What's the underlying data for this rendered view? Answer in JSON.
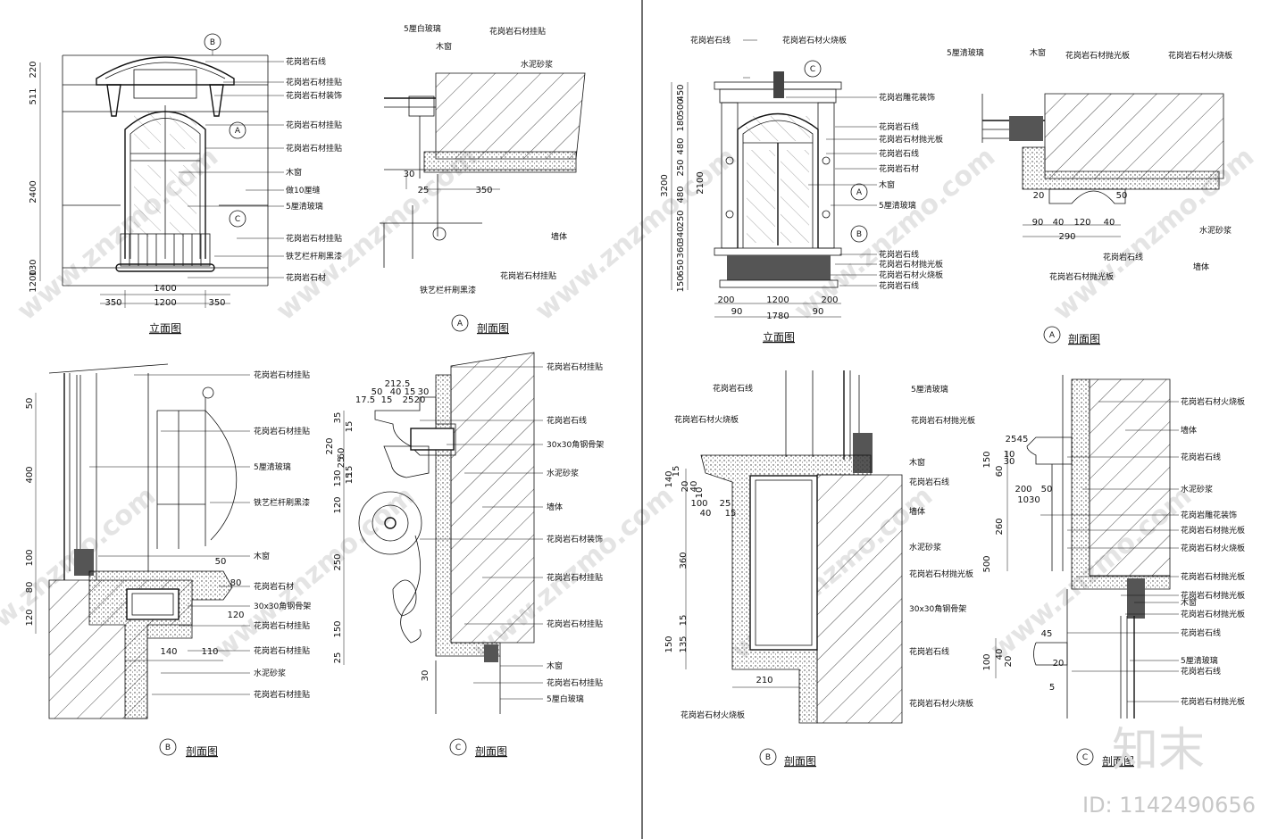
{
  "watermark": {
    "site": "www.znzmo.com",
    "brand": "知末",
    "id_label": "ID: 1142490656"
  },
  "left_sheet": {
    "elevation": {
      "title": "立面图",
      "callouts": [
        "花岗岩石线",
        "花岗岩石材挂贴",
        "花岗岩石材装饰",
        "花岗岩石材挂贴",
        "花岗岩石材挂贴",
        "木窗",
        "做10厘缝",
        "5厘清玻璃",
        "花岗岩石材挂贴",
        "铁艺栏杆刷黑漆",
        "花岗岩石材"
      ],
      "dims_v": [
        "220",
        "511",
        "2400",
        "130",
        "1200"
      ],
      "dims_h": [
        "1400",
        "350",
        "1200",
        "350"
      ],
      "markers": [
        "B",
        "A",
        "C"
      ]
    },
    "section_a": {
      "mark": "A",
      "title": "剖面图",
      "callouts": [
        "5厘白玻璃",
        "木窗",
        "花岗岩石材挂贴",
        "水泥砂浆",
        "墙体",
        "花岗岩石材挂贴",
        "铁艺栏杆刷黑漆"
      ],
      "dims": [
        "30",
        "25",
        "350"
      ]
    },
    "section_b": {
      "mark": "B",
      "title": "剖面图",
      "callouts": [
        "花岗岩石材挂贴",
        "花岗岩石材挂贴",
        "5厘清玻璃",
        "铁艺栏杆刷黑漆",
        "木窗",
        "花岗岩石材",
        "30x30角钢骨架",
        "花岗岩石材挂贴",
        "花岗岩石材挂贴",
        "水泥砂浆",
        "花岗岩石材挂贴"
      ],
      "dims_v": [
        "50",
        "400",
        "100",
        "80",
        "120"
      ],
      "dims_h": [
        "50",
        "80",
        "120",
        "140",
        "110"
      ]
    },
    "section_c": {
      "mark": "C",
      "title": "剖面图",
      "callouts": [
        "花岗岩石材挂贴",
        "花岗岩石线",
        "30x30角钢骨架",
        "水泥砂浆",
        "墙体",
        "花岗岩石材装饰",
        "花岗岩石材挂贴",
        "花岗岩石材挂贴",
        "木窗",
        "花岗岩石材挂贴",
        "5厘白玻璃"
      ],
      "dims_top": [
        "212.5",
        "50",
        "40",
        "15",
        "30",
        "17.5",
        "15",
        "25",
        "20"
      ],
      "dims_v": [
        "35",
        "15",
        "220",
        "60",
        "25",
        "15",
        "130",
        "15",
        "120",
        "250",
        "150",
        "25",
        "30"
      ]
    }
  },
  "right_sheet": {
    "elevation": {
      "title": "立面图",
      "callouts_left": [
        "花岗岩石线",
        "花岗岩石材火烧板"
      ],
      "callouts_right": [
        "花岗岩雕花装饰",
        "花岗岩石线",
        "花岗岩石材抛光板",
        "花岗岩石线",
        "花岗岩石材",
        "木窗",
        "5厘清玻璃",
        "花岗岩石线",
        "花岗岩石材抛光板",
        "花岗岩石材火烧板",
        "花岗岩石线"
      ],
      "dims_v": [
        "450",
        "500",
        "180",
        "480",
        "250",
        "480",
        "250",
        "340",
        "360",
        "650",
        "150",
        "3200",
        "2100"
      ],
      "dims_h": [
        "200",
        "1200",
        "200",
        "90",
        "1780",
        "90"
      ],
      "markers": [
        "C",
        "A",
        "B"
      ]
    },
    "section_a": {
      "mark": "A",
      "title": "剖面图",
      "callouts": [
        "5厘清玻璃",
        "木窗",
        "花岗岩石材抛光板",
        "花岗岩石材火烧板",
        "水泥砂浆",
        "墙体",
        "花岗岩石线",
        "花岗岩石材抛光板"
      ],
      "dims": [
        "20",
        "90",
        "40",
        "120",
        "40",
        "50",
        "290"
      ]
    },
    "section_b": {
      "mark": "B",
      "title": "剖面图",
      "callouts": [
        "花岗岩石线",
        "5厘清玻璃",
        "花岗岩石材火烧板",
        "花岗岩石材抛光板",
        "木窗",
        "花岗岩石线",
        "墙体",
        "水泥砂浆",
        "花岗岩石材抛光板",
        "30x30角钢骨架",
        "花岗岩石线",
        "花岗岩石材火烧板",
        "花岗岩石材火烧板"
      ],
      "dims_v": [
        "140",
        "15",
        "20",
        "40",
        "10",
        "360",
        "15",
        "150",
        "135"
      ],
      "dims_h": [
        "100",
        "25",
        "40",
        "15",
        "210"
      ]
    },
    "section_c": {
      "mark": "C",
      "title": "剖面图",
      "callouts": [
        "花岗岩石材火烧板",
        "墙体",
        "花岗岩石线",
        "水泥砂浆",
        "花岗岩雕花装饰",
        "花岗岩石材抛光板",
        "花岗岩石材火烧板",
        "花岗岩石材抛光板",
        "花岗岩石材抛光板",
        "木窗",
        "花岗岩石材抛光板",
        "花岗岩石线",
        "5厘清玻璃",
        "花岗岩石线",
        "花岗岩石材抛光板"
      ],
      "dims_v": [
        "150",
        "60",
        "260",
        "500",
        "100",
        "40",
        "20"
      ],
      "dims_h": [
        "25",
        "45",
        "10",
        "30",
        "200",
        "50",
        "1030",
        "45",
        "20",
        "5"
      ]
    }
  }
}
